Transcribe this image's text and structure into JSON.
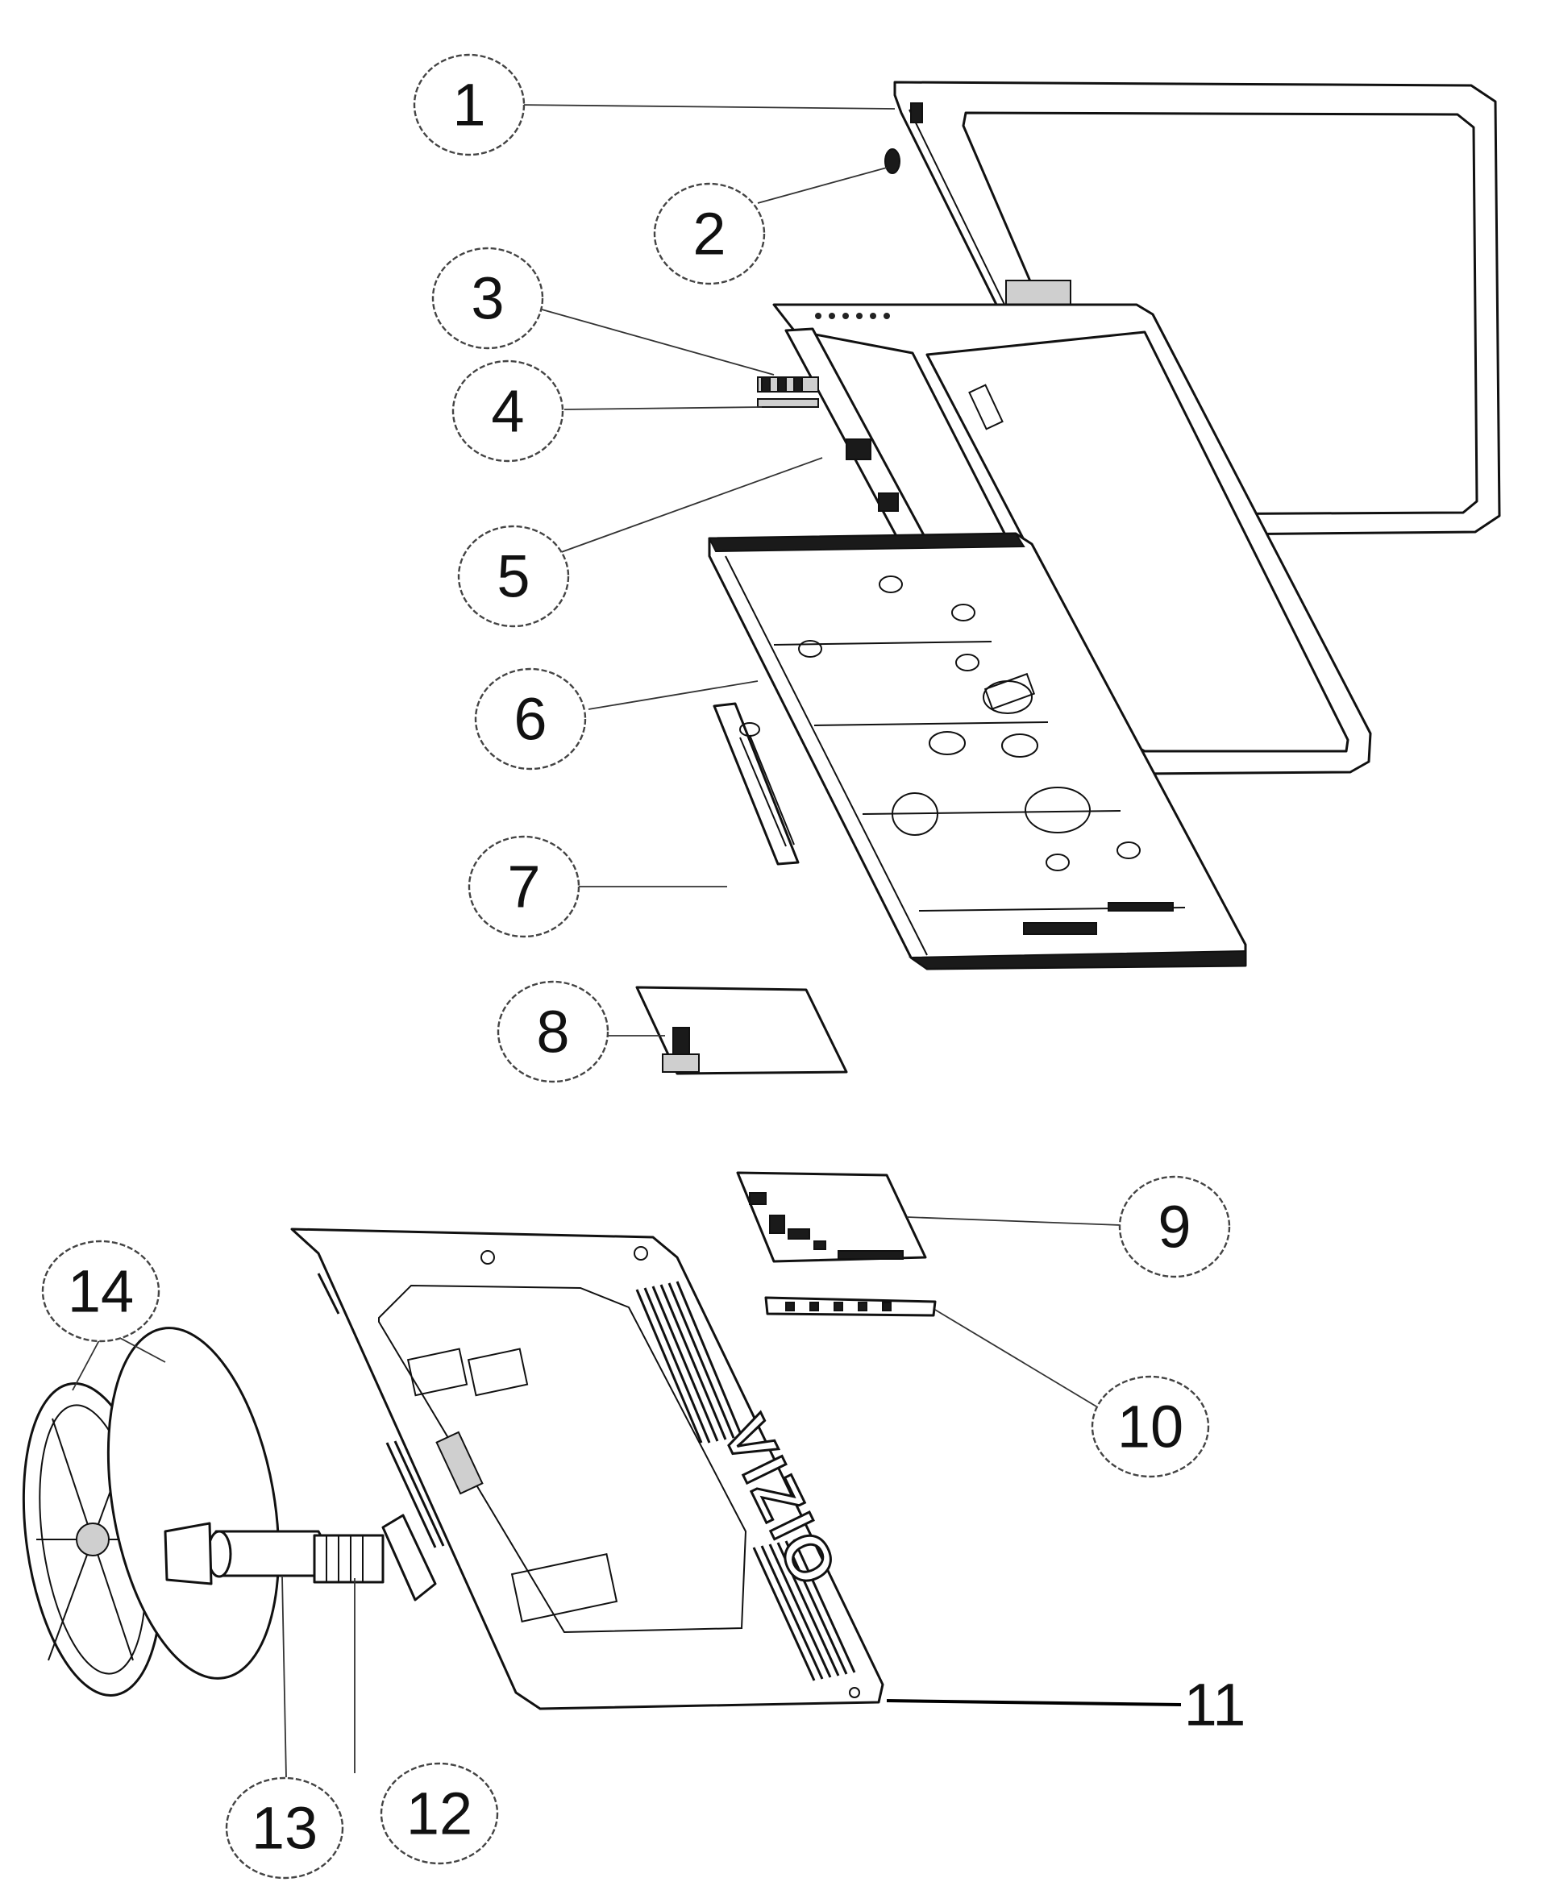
{
  "diagram": {
    "brand_text": "VIZIO",
    "callouts": [
      {
        "id": "1",
        "label": "1"
      },
      {
        "id": "2",
        "label": "2"
      },
      {
        "id": "3",
        "label": "3"
      },
      {
        "id": "4",
        "label": "4"
      },
      {
        "id": "5",
        "label": "5"
      },
      {
        "id": "6",
        "label": "6"
      },
      {
        "id": "7",
        "label": "7"
      },
      {
        "id": "8",
        "label": "8"
      },
      {
        "id": "9",
        "label": "9"
      },
      {
        "id": "10",
        "label": "10"
      },
      {
        "id": "11",
        "label": "11"
      },
      {
        "id": "12",
        "label": "12"
      },
      {
        "id": "13",
        "label": "13"
      },
      {
        "id": "14",
        "label": "14"
      }
    ]
  }
}
